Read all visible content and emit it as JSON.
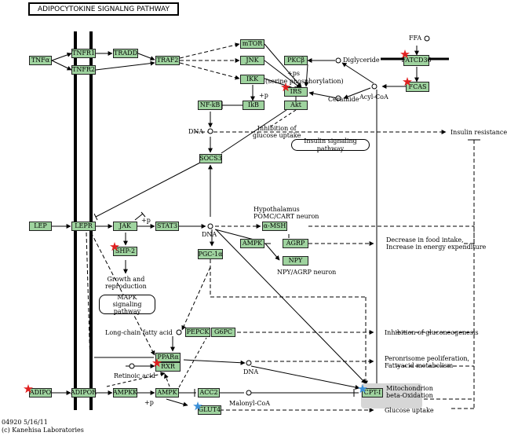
{
  "title": "ADIPOCYTOKINE SIGNALNG PATHWAY",
  "colors": {
    "node_fill": "#9fd39f",
    "node_border": "#222222",
    "ptm_star": "#e02020",
    "blue_star": "#3a8fd8",
    "grey_box": "#d6d6d6"
  },
  "nodes": {
    "tnfa": "TNFα",
    "tnfr1": "TNFR1",
    "tnfr2": "TNFR2",
    "tradd": "TRADD",
    "traf2": "TRAF2",
    "mtor": "mTOR",
    "jnk": "JNK",
    "ikk": "IKK",
    "pkcb": "PKCβ",
    "irs": "IRS",
    "akt": "Akt",
    "nfkb": "NF-kB",
    "ikb": "IkB",
    "fatcd36": "FATCD36",
    "fcas": "FCAS",
    "socs3": "SOCS3",
    "lep": "LEP",
    "lepr": "LEPR",
    "jak": "JAK",
    "stat3": "STAT3",
    "shp2": "SHP-2",
    "ampk_hyp": "AMPK",
    "amsh": "α-MSH",
    "agrp": "AGRP",
    "npy": "NPY",
    "pgc1a": "PGC-1α",
    "pepck": "PEPCK",
    "g6pc": "G6PC",
    "ppara": "PPARα",
    "rxr": "RXR",
    "adipo": "ADIPO",
    "adipor": "ADIPOR",
    "ampkk": "AMPKK",
    "ampk": "AMPK",
    "acc2": "ACC2",
    "glut4": "GLUT4",
    "cpt1": "CPT-I"
  },
  "labels": {
    "ffa": "FFA",
    "diglyceride": "Diglyceride",
    "ps": "+ps",
    "ps_note": "(serine phosphorylation)",
    "p_ikk": "+p",
    "ceramide": "Ceramide",
    "acylcoa": "Acyl-CoA",
    "dna1": "DNA",
    "inhibition_line1": "Inhibition of",
    "inhibition_line2": "glucose uptake",
    "insulin_resistance": "Insulin resistance",
    "hypothalamus": "Hypothalamus",
    "pomc": "POMC/CART neuron",
    "dna2": "DNA",
    "npy_agrp": "NPY/AGRP neuron",
    "p_jak": "+p",
    "growth_line1": "Growth and",
    "growth_line2": "reproduction",
    "decrease_line1": "Decrease in  food intake,",
    "decrease_line2": "Increase in energy expenditure",
    "lcfa": "Long-chain fatty acid",
    "gluconeo": "Inhibition of gluconeogenesis",
    "retinoic": "Retinoic acid",
    "dna3": "DNA",
    "peroxisome_line1": "Peronrisome peoliferation,",
    "peroxisome_line2": "Fattyacid metabolism",
    "mito_line1": "Mitochondrion",
    "mito_line2": "beta-Oxidation",
    "p_ampk": "+p",
    "malonyl": "Malonyl-CoA",
    "glucose_uptake": "Glucose uptake",
    "code_date": "04920 5/16/11",
    "copyright": "(c) Kanehisa Laboratories"
  },
  "maps": {
    "insulin_signaling": "Insulin signaling pathway",
    "mapk_line1": "MAPK",
    "mapk_line2": "signaling pathway"
  }
}
